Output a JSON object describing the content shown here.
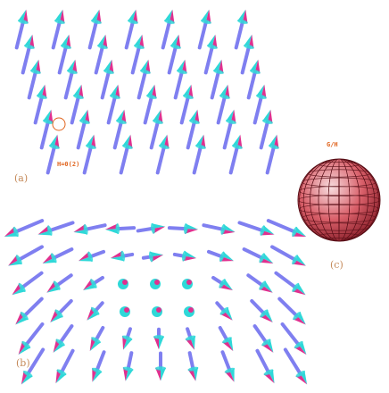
{
  "panels": {
    "a": {
      "label": "(a)",
      "annotation": "H=0(2)"
    },
    "b": {
      "label": "(b)"
    },
    "c": {
      "label": "(c)",
      "title": "G/H"
    }
  },
  "colors": {
    "shaft": "#7f7ff0",
    "head_cyan": "#2fd8d8",
    "head_magenta": "#e0308f",
    "sphere_red": "#d34a55",
    "sphere_light": "#f2c5c9",
    "label": "#c58a5a",
    "annotation": "#e0641e"
  }
}
